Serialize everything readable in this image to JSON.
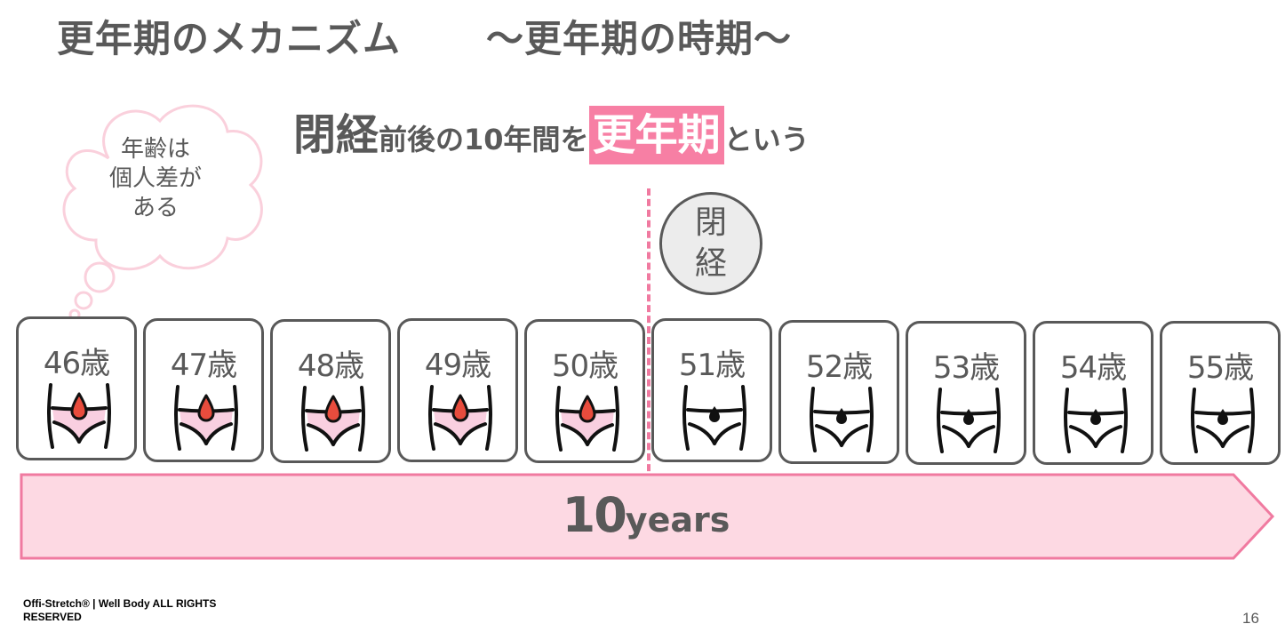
{
  "slide": {
    "title_main": "更年期のメカニズム",
    "title_sub": "～更年期の時期～",
    "headline": {
      "part1": "閉経",
      "part2": "前後の10年間を",
      "part3": "更年期",
      "part4": "という"
    },
    "bubble_lines": [
      "年齢は",
      "個人差が",
      "ある"
    ],
    "menopause_lines": [
      "閉",
      "経"
    ],
    "ages": [
      {
        "label": "46歳",
        "phase": "menstrual",
        "icon": "pelvis-with-blood-drop-icon"
      },
      {
        "label": "47歳",
        "phase": "menstrual",
        "icon": "pelvis-with-blood-drop-icon"
      },
      {
        "label": "48歳",
        "phase": "menstrual",
        "icon": "pelvis-with-blood-drop-icon"
      },
      {
        "label": "49歳",
        "phase": "menstrual",
        "icon": "pelvis-with-blood-drop-icon"
      },
      {
        "label": "50歳",
        "phase": "menstrual",
        "icon": "pelvis-with-blood-drop-icon"
      },
      {
        "label": "51歳",
        "phase": "post-menopause",
        "icon": "pelvis-icon"
      },
      {
        "label": "52歳",
        "phase": "post-menopause",
        "icon": "pelvis-icon"
      },
      {
        "label": "53歳",
        "phase": "post-menopause",
        "icon": "pelvis-icon"
      },
      {
        "label": "54歳",
        "phase": "post-menopause",
        "icon": "pelvis-icon"
      },
      {
        "label": "55歳",
        "phase": "post-menopause",
        "icon": "pelvis-icon"
      }
    ],
    "arrow": {
      "number": "10",
      "unit": "years"
    },
    "copyright": "Offi-Stretch® | Well Body  ALL RIGHTS RESERVED",
    "page_number": "16"
  },
  "colors": {
    "text": "#595959",
    "accent_pink": "#f77fa4",
    "arrow_fill": "#fdd9e3",
    "arrow_border": "#f07aa0",
    "bubble_border": "#fad0dc",
    "blood_red": "#e84c3d",
    "underwear_pink": "#f9cfe0",
    "circle_fill": "#ececec"
  }
}
